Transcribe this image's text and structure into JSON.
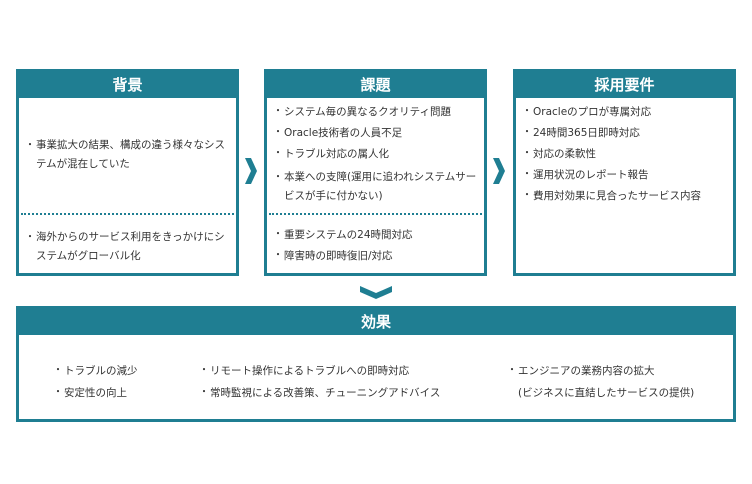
{
  "colors": {
    "accent": "#1f7e92",
    "text": "#333333"
  },
  "background": {
    "title": "背景",
    "items_top": [
      "事業拡大の結果、構成の違う様々なシステムが混在していた"
    ],
    "items_bottom": [
      "海外からのサービス利用をきっかけにシステムがグローバル化"
    ]
  },
  "issues": {
    "title": "課題",
    "items_top": [
      "システム毎の異なるクオリティ問題",
      "Oracle技術者の人員不足",
      "トラブル対応の属人化",
      "本業への支障(運用に追われシステムサービスが手に付かない)"
    ],
    "items_bottom": [
      "重要システムの24時間対応",
      "障害時の即時復旧/対応"
    ]
  },
  "requirements": {
    "title": "採用要件",
    "items": [
      "Oracleのプロが専属対応",
      "24時間365日即時対応",
      "対応の柔軟性",
      "運用状況のレポート報告",
      "費用対効果に見合ったサービス内容"
    ]
  },
  "effects": {
    "title": "効果",
    "col1": [
      "トラブルの減少",
      "安定性の向上"
    ],
    "col2": [
      "リモート操作によるトラブルへの即時対応",
      "常時監視による改善策、チューニングアドバイス"
    ],
    "col3_item": "エンジニアの業務内容の拡大",
    "col3_sub": "(ビジネスに直結したサービスの提供)"
  },
  "icons": {
    "arrow_right": "chevron-right-icon",
    "arrow_down": "chevron-down-icon"
  }
}
